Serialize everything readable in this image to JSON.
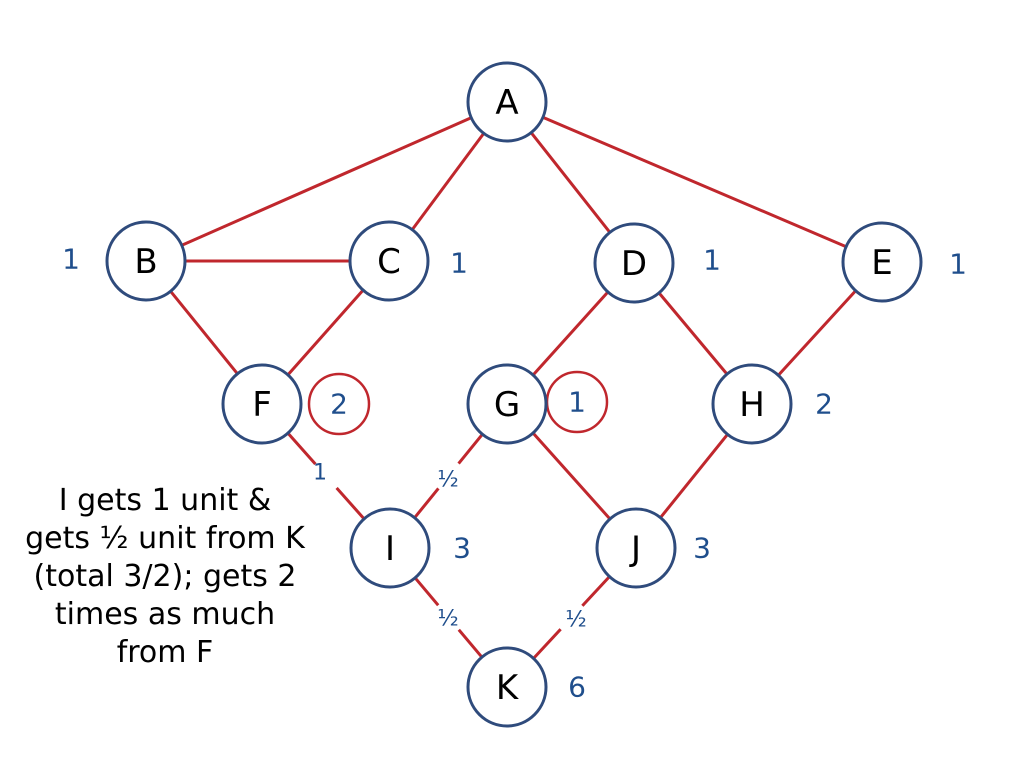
{
  "nodes": [
    {
      "id": "A",
      "label": "A",
      "count": ""
    },
    {
      "id": "B",
      "label": "B",
      "count": "1"
    },
    {
      "id": "C",
      "label": "C",
      "count": "1"
    },
    {
      "id": "D",
      "label": "D",
      "count": "1"
    },
    {
      "id": "E",
      "label": "E",
      "count": "1"
    },
    {
      "id": "F",
      "label": "F",
      "count": "2"
    },
    {
      "id": "G",
      "label": "G",
      "count": "1"
    },
    {
      "id": "H",
      "label": "H",
      "count": "2"
    },
    {
      "id": "I",
      "label": "I",
      "count": "3"
    },
    {
      "id": "J",
      "label": "J",
      "count": "3"
    },
    {
      "id": "K",
      "label": "K",
      "count": "6"
    }
  ],
  "edges": [
    {
      "from": "A",
      "to": "B"
    },
    {
      "from": "A",
      "to": "C"
    },
    {
      "from": "A",
      "to": "D"
    },
    {
      "from": "A",
      "to": "E"
    },
    {
      "from": "B",
      "to": "C"
    },
    {
      "from": "B",
      "to": "F"
    },
    {
      "from": "C",
      "to": "F"
    },
    {
      "from": "D",
      "to": "G"
    },
    {
      "from": "D",
      "to": "H"
    },
    {
      "from": "E",
      "to": "H"
    },
    {
      "from": "F",
      "to": "I",
      "credit": "1"
    },
    {
      "from": "G",
      "to": "I",
      "credit": "½"
    },
    {
      "from": "G",
      "to": "J"
    },
    {
      "from": "H",
      "to": "J"
    },
    {
      "from": "I",
      "to": "K",
      "credit": "½"
    },
    {
      "from": "J",
      "to": "K",
      "credit": "½"
    }
  ],
  "highlighted_counts": [
    "F",
    "G"
  ],
  "note": {
    "lines": [
      "I gets 1 unit &",
      "gets ½ unit from K",
      "(total 3/2); gets 2",
      "times as much",
      "from F"
    ]
  },
  "colors": {
    "edge": "#c0272d",
    "node_border": "#2f4b7c",
    "count_text": "#1f4e8c",
    "highlight": "#c0272d"
  }
}
